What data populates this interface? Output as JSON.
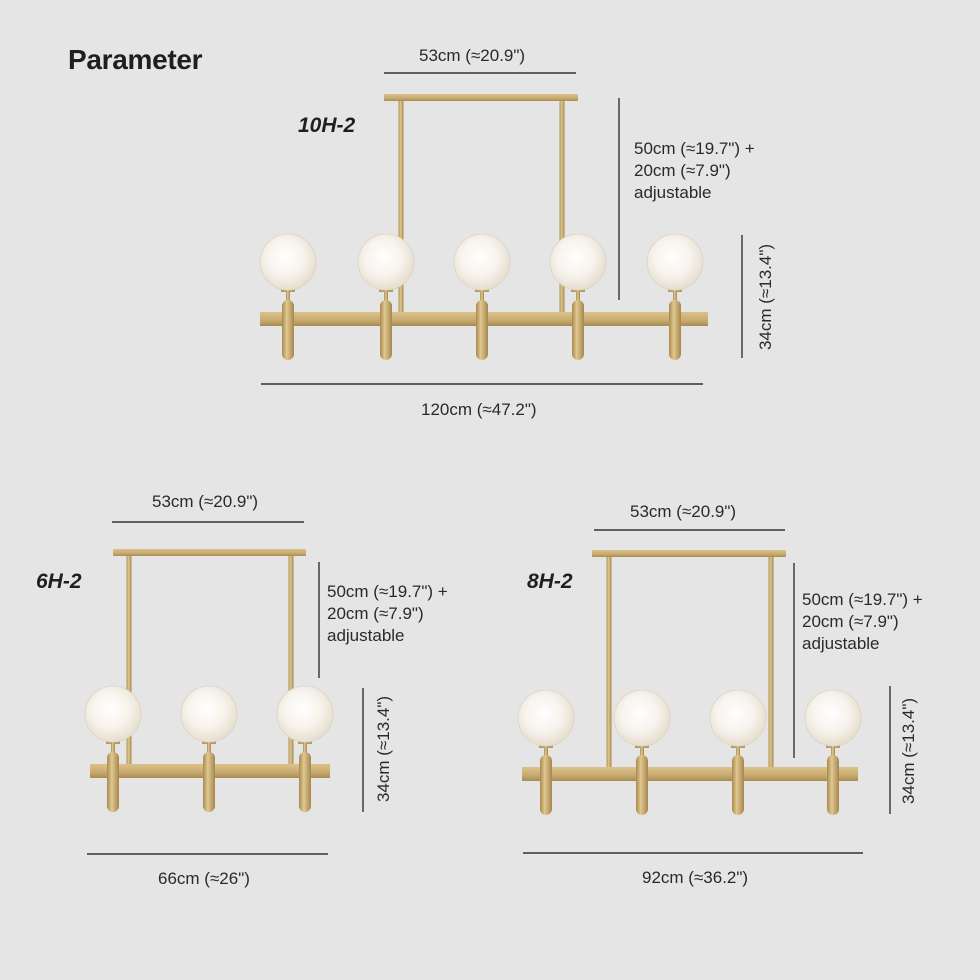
{
  "title": "Parameter",
  "colors": {
    "background": "#e5e5e5",
    "brass": "#c9ad72",
    "globe": "#f6f2ea",
    "dimension_line": "#333333"
  },
  "models": [
    {
      "name": "10H-2",
      "canopy_width": "53cm (≈20.9\")",
      "cable_length_line1": "50cm (≈19.7\") +",
      "cable_length_line2": "20cm (≈7.9\")",
      "cable_length_line3": "adjustable",
      "fixture_height": "34cm (≈13.4\")",
      "bar_length": "120cm (≈47.2\")",
      "globe_count": 5
    },
    {
      "name": "6H-2",
      "canopy_width": "53cm (≈20.9\")",
      "cable_length_line1": "50cm (≈19.7\") +",
      "cable_length_line2": "20cm (≈7.9\")",
      "cable_length_line3": "adjustable",
      "fixture_height": "34cm (≈13.4\")",
      "bar_length": "66cm (≈26\")",
      "globe_count": 3
    },
    {
      "name": "8H-2",
      "canopy_width": "53cm (≈20.9\")",
      "cable_length_line1": "50cm (≈19.7\") +",
      "cable_length_line2": "20cm (≈7.9\")",
      "cable_length_line3": "adjustable",
      "fixture_height": "34cm (≈13.4\")",
      "bar_length": "92cm (≈36.2\")",
      "globe_count": 4
    }
  ]
}
